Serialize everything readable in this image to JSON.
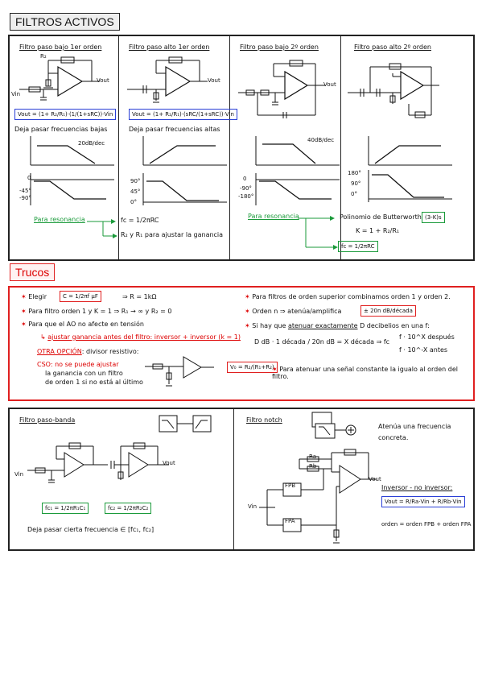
{
  "headers": {
    "main": "FILTROS ACTIVOS",
    "tricks": "Trucos"
  },
  "panels": [
    {
      "title": "Filtro paso bajo 1er orden",
      "formula": "Vout = (1+ R₂/R₁)·(1/(1+sRC))·Vin",
      "desc": "Deja pasar frecuencias bajas",
      "slope": "20dB/dec",
      "phase": [
        "0",
        "-45°",
        "-90°"
      ]
    },
    {
      "title": "Filtro paso alto 1er orden",
      "formula": "Vout = (1+ R₂/R₁)·(sRC/(1+sRC))·Vin",
      "desc": "Deja pasar frecuencias altas",
      "phase": [
        "90°",
        "45°",
        "0°"
      ]
    },
    {
      "title": "Filtro paso bajo 2º orden",
      "slope": "40dB/dec",
      "phase": [
        "0",
        "-90°",
        "-180°"
      ]
    },
    {
      "title": "Filtro paso alto 2º orden",
      "phase": [
        "180°",
        "90°",
        "0°"
      ]
    }
  ],
  "row1_notes": {
    "resonance_left": "Para resonancia",
    "fc_left": "fc = 1/2πRC",
    "gain_note": "R₂ y R₁ para ajustar la ganancia",
    "resonance_right": "Para resonancia",
    "butterworth": "Polinomio de Butterworth",
    "butterworth_box": "(3-K)s",
    "k_formula": "K = 1 + R₂/R₁",
    "fc_right": "fc = 1/2πRC"
  },
  "labels": {
    "vout": "Vout",
    "vin": "Vin",
    "r": "R",
    "c": "C",
    "r1": "R₁",
    "r2": "R₂"
  },
  "tricks": {
    "item1_prefix": "Elegir",
    "item1_box": "C = 1/2πf μF",
    "item1_result": "R = 1kΩ",
    "item2": "Para filtro orden 1 y K = 1 ⇒ R₁ → ∞ y R₂ = 0",
    "item3": "Para que el AO no afecte en tensión",
    "item3_sub": "ajustar ganancia antes del filtro: inversor + inversor (k = 1)",
    "other_option": "OTRA OPCIÓN",
    "other_option_rest": ": divisor resistivo:",
    "voltage_divider_formula": "V₀ = R₂/(R₁+R₂)",
    "cso_label": "CSO",
    "cso_text1": ": no se puede ajustar",
    "cso_text2": "la ganancia con un filtro",
    "cso_text3": "de orden 1 si no está al último",
    "right1": "Para filtros de orden superior combinamos orden 1 y orden 2.",
    "right2_prefix": "Orden n ⇒ atenúa/amplifica",
    "right2_box": "± 20n dB/década",
    "right3_prefix": "Si hay que",
    "right3_underlined": "atenuar exactamente",
    "right3_mid": "D decibelios en una f:",
    "right4": "D dB · 1 década / 20n dB = X década ⇒ fc",
    "right4_up": "f · 10^X después",
    "right4_down": "f · 10^-X antes",
    "right5": "Para atenuar una señal constante la igualo al orden del filtro."
  },
  "bandpass": {
    "title": "Filtro paso-banda",
    "fc1": "fc₁ = 1/2πR₁C₁",
    "fc2": "fc₂ = 1/2πR₂C₂",
    "desc": "Deja pasar cierta frecuencia ∈ [fc₁, fc₂]"
  },
  "notch": {
    "title": "Filtro notch",
    "desc1": "Atenúa una frecuencia",
    "desc2": "concreta.",
    "inv_title": "Inversor - no inversor:",
    "formula": "Vout = R/Ra·Vin + R/Rb·Vin",
    "fpb": "FPB",
    "fpa": "FPA",
    "order": "orden = orden FPB + orden FPA",
    "ra": "Ra",
    "rb": "Rb"
  }
}
